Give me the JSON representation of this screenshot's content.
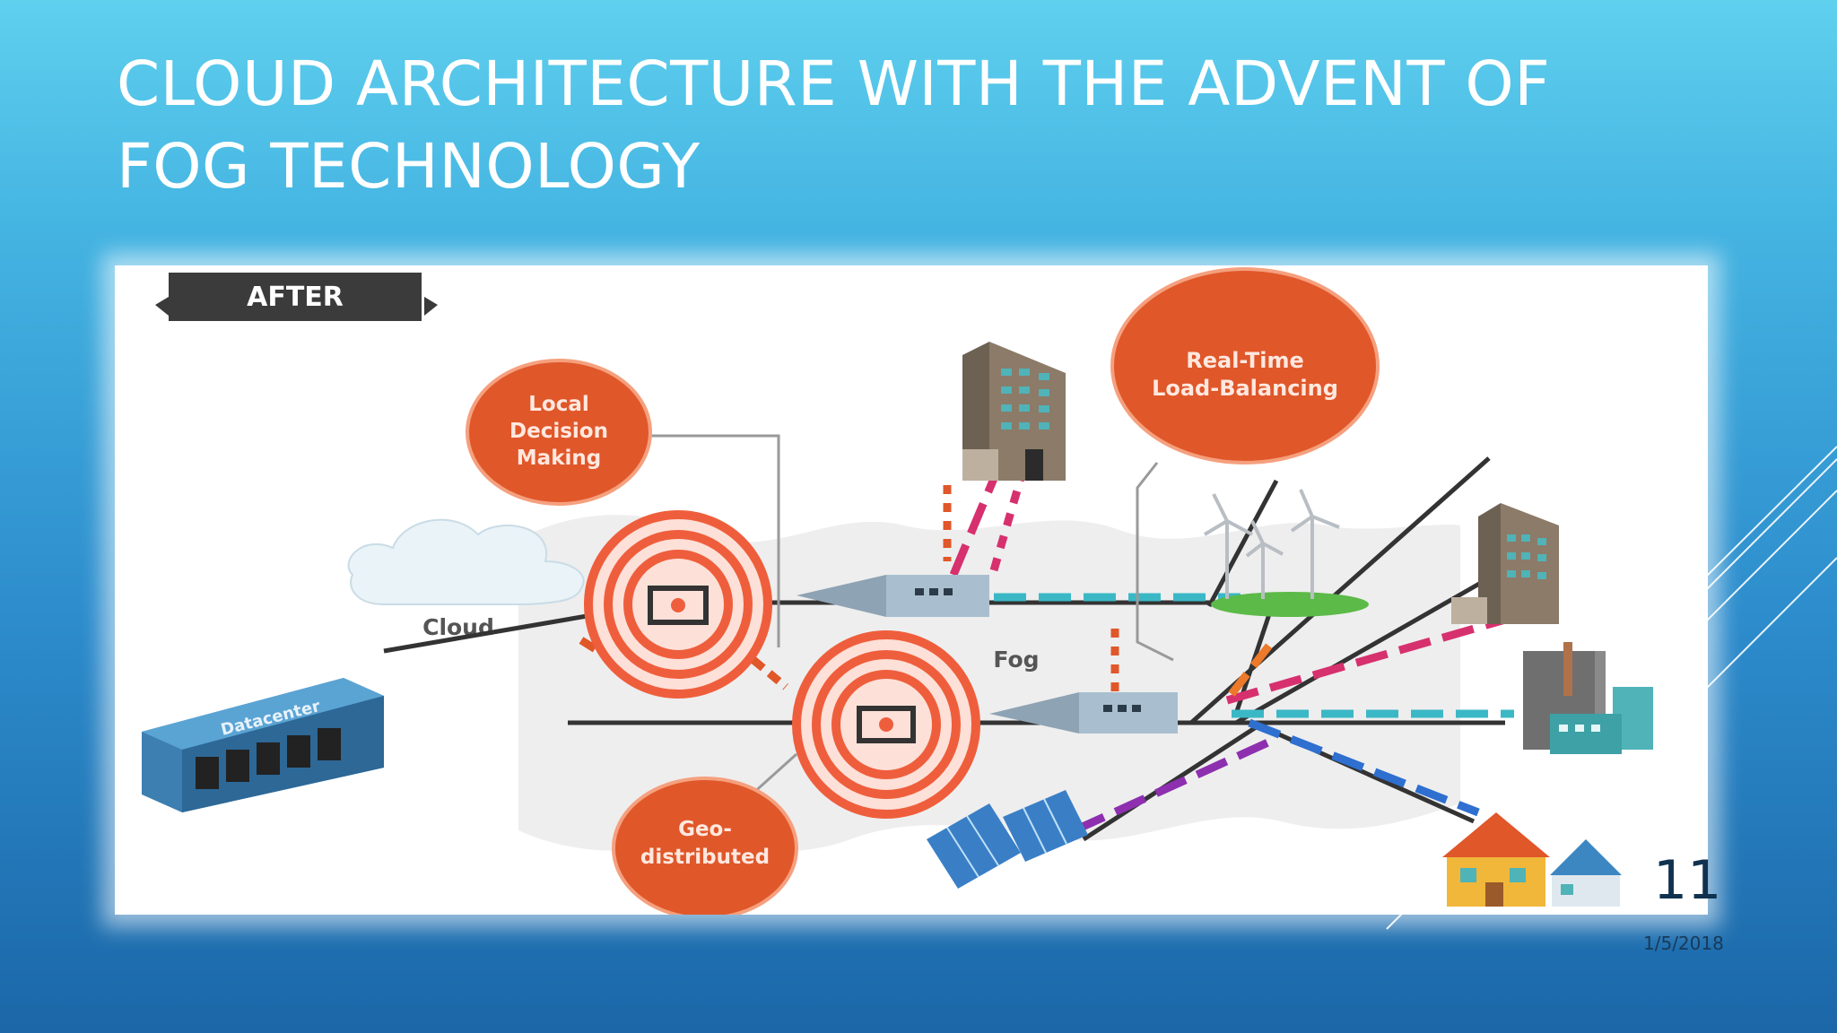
{
  "slide": {
    "title_line1": "CLOUD ARCHITECTURE WITH THE ADVENT OF",
    "title_line2": "FOG TECHNOLOGY",
    "page_number": "11",
    "date": "1/5/2018"
  },
  "diagram": {
    "badge": "AFTER",
    "datacenter": "Datacenter",
    "cloud": "Cloud",
    "fog": "Fog",
    "bubble_local": [
      "Local",
      "Decision",
      "Making"
    ],
    "bubble_realtime": [
      "Real-Time",
      "Load-Balancing"
    ],
    "bubble_geo": [
      "Geo-",
      "distributed"
    ]
  },
  "colors": {
    "accent_orange": "#e0572a",
    "dash_pink": "#d7306e",
    "dash_teal": "#3bb8c6",
    "dash_blue": "#2e6fd0",
    "dash_purple": "#8e2fb0",
    "dash_orange": "#ec7a2a"
  }
}
